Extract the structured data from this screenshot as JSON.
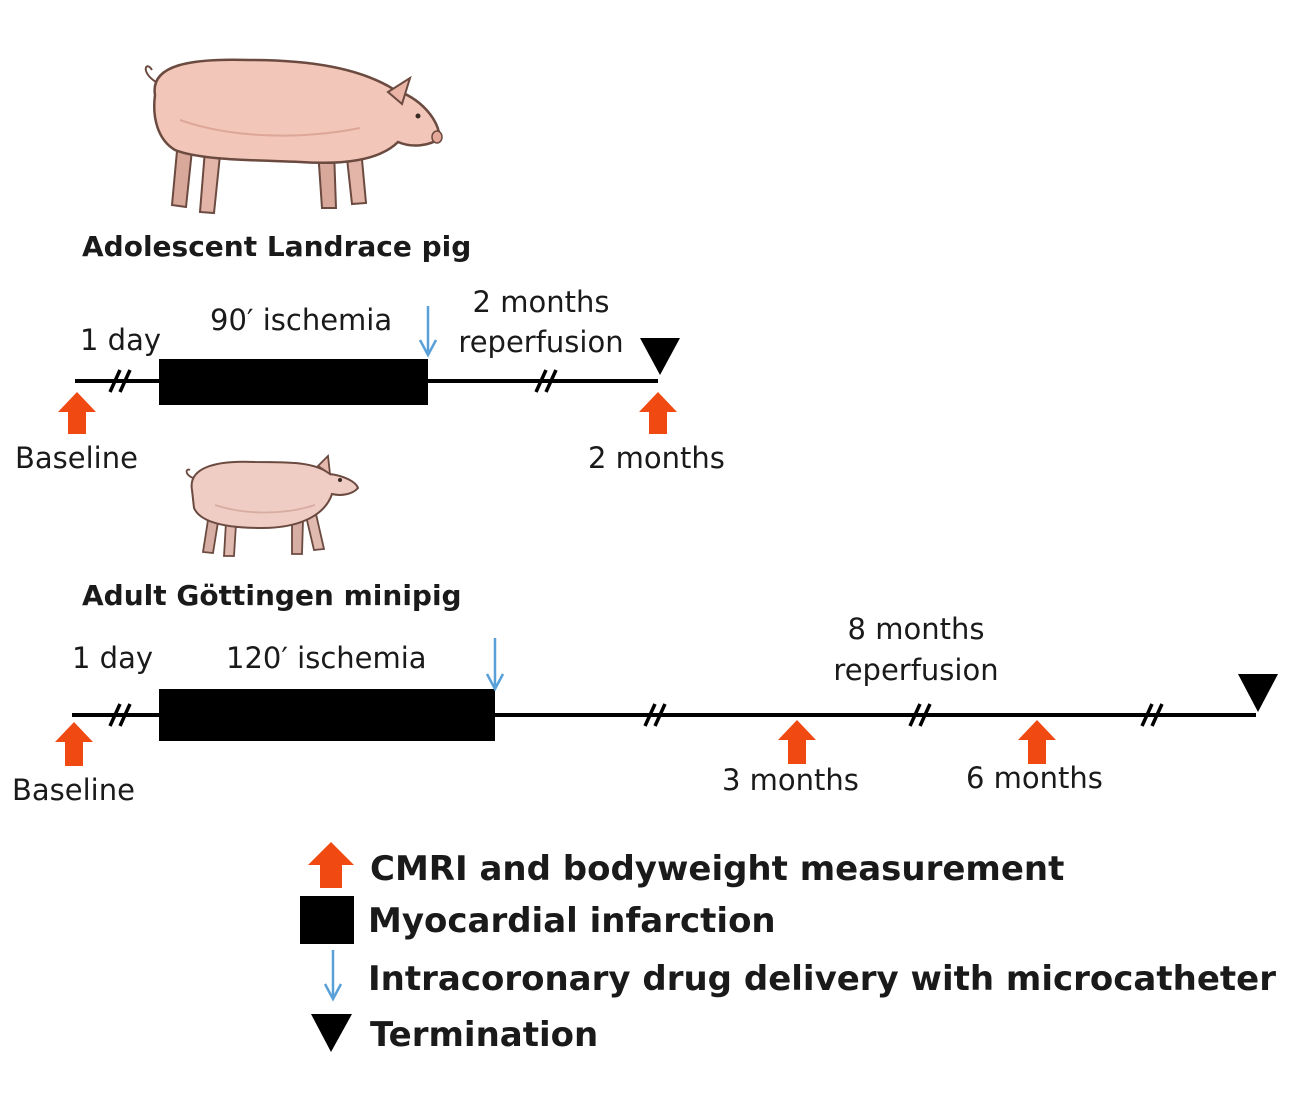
{
  "colors": {
    "measurement_arrow": "#f04a12",
    "drug_arrow": "#5aa0d8",
    "infarction": "#000000",
    "timeline": "#000000",
    "termination": "#000000"
  },
  "landrace": {
    "animal_icon": "landrace-pig-icon",
    "title": "Adolescent Landrace pig",
    "day_label": "1 day",
    "ischemia_label": "90′ ischemia",
    "reperfusion_line1": "2 months",
    "reperfusion_line2": "reperfusion",
    "baseline_label": "Baseline",
    "end_label": "2 months"
  },
  "minipig": {
    "animal_icon": "gottingen-minipig-icon",
    "title": "Adult Göttingen minipig",
    "day_label": "1 day",
    "ischemia_label": "120′ ischemia",
    "reperfusion_line1": "8 months",
    "reperfusion_line2": "reperfusion",
    "baseline_label": "Baseline",
    "mark3_label": "3 months",
    "mark6_label": "6 months"
  },
  "legend": {
    "measurement": "CMRI and bodyweight measurement",
    "infarction": "Myocardial infarction",
    "drug_delivery": "Intracoronary drug delivery with microcatheter",
    "termination": "Termination"
  }
}
